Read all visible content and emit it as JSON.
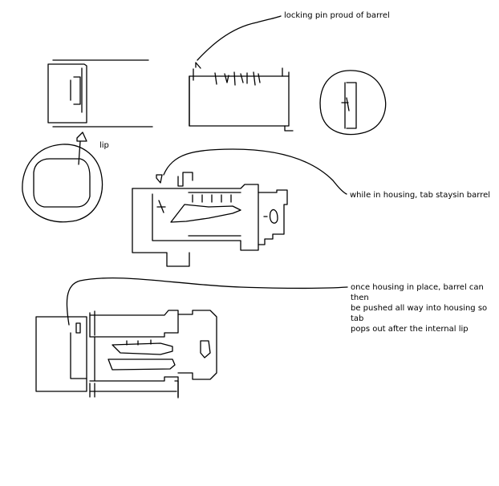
{
  "labels": {
    "locking_pin": "locking pin proud of barrel",
    "lip": "lip",
    "housing_tab": "while in housing, tab staysin barrel",
    "housing_in_place": "once housing in place, barrel can then\nbe pushed all way into housing so tab\npops out after the internal lip"
  },
  "colors": {
    "ink": "#000000",
    "paper": "#ffffff"
  }
}
